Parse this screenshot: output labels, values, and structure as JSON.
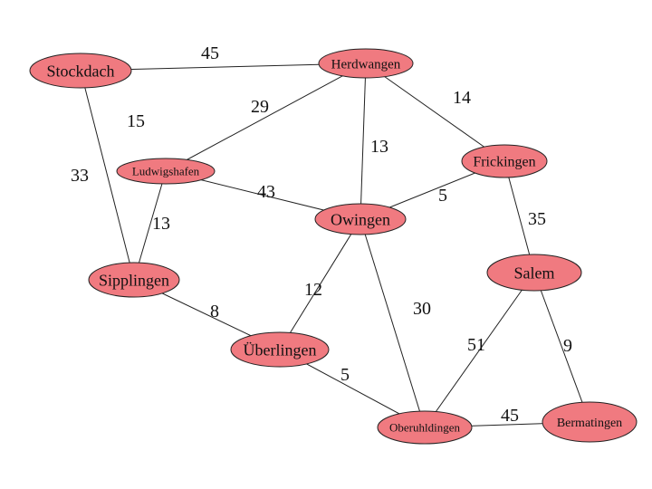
{
  "colors": {
    "node_fill": "#f07a80",
    "edge": "#222222"
  },
  "nodes": [
    {
      "id": "stockdach",
      "label": "Stockdach"
    },
    {
      "id": "herdwangen",
      "label": "Herdwangen"
    },
    {
      "id": "ludwigshafen",
      "label": "Ludwigshafen"
    },
    {
      "id": "frickingen",
      "label": "Frickingen"
    },
    {
      "id": "owingen",
      "label": "Owingen"
    },
    {
      "id": "sipplingen",
      "label": "Sipplingen"
    },
    {
      "id": "salem",
      "label": "Salem"
    },
    {
      "id": "ueberlingen",
      "label": "Überlingen"
    },
    {
      "id": "oberuhldingen",
      "label": "Oberuhldingen"
    },
    {
      "id": "bermatingen",
      "label": "Bermatingen"
    }
  ],
  "edges": [
    {
      "from": "stockdach",
      "to": "herdwangen",
      "weight": "45"
    },
    {
      "from": "stockdach",
      "to": "sipplingen",
      "weight": "33"
    },
    {
      "from": "herdwangen",
      "to": "ludwigshafen",
      "weight": "29"
    },
    {
      "from": "herdwangen",
      "to": "owingen",
      "weight": "13"
    },
    {
      "from": "herdwangen",
      "to": "frickingen",
      "weight": "14"
    },
    {
      "from": "ludwigshafen",
      "to": "owingen",
      "weight": "43"
    },
    {
      "from": "ludwigshafen",
      "to": "sipplingen",
      "weight": "13"
    },
    {
      "from": "owingen",
      "to": "frickingen",
      "weight": "5"
    },
    {
      "from": "owingen",
      "to": "ueberlingen",
      "weight": "12"
    },
    {
      "from": "owingen",
      "to": "oberuhldingen",
      "weight": "30"
    },
    {
      "from": "frickingen",
      "to": "salem",
      "weight": "35"
    },
    {
      "from": "sipplingen",
      "to": "ueberlingen",
      "weight": "8"
    },
    {
      "from": "ueberlingen",
      "to": "oberuhldingen",
      "weight": "5"
    },
    {
      "from": "salem",
      "to": "oberuhldingen",
      "weight": "51"
    },
    {
      "from": "salem",
      "to": "bermatingen",
      "weight": "9"
    },
    {
      "from": "oberuhldingen",
      "to": "bermatingen",
      "weight": "45"
    }
  ],
  "floating_labels": [
    "15"
  ]
}
